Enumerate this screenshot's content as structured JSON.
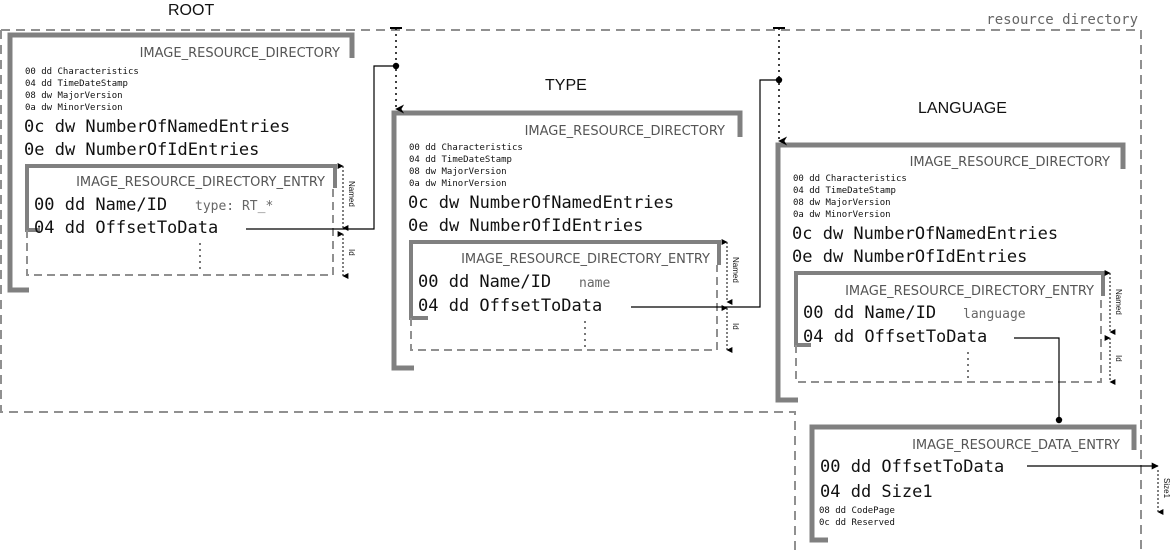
{
  "colors": {
    "thick_border": "#808080",
    "dashed_border": "#909090",
    "line": "#000000",
    "text": "#111111",
    "muted": "#666666"
  },
  "labels": {
    "root": "ROOT",
    "type": "TYPE",
    "language": "LANGUAGE",
    "resource_directory": "resource directory"
  },
  "directory": {
    "title": "IMAGE_RESOURCE_DIRECTORY",
    "f1": "00 dd Characteristics",
    "f2": "04 dd TimeDateStamp",
    "f3": "08 dw MajorVersion",
    "f4": "0a dw MinorVersion",
    "f5": "0c dw NumberOfNamedEntries",
    "f6": "0e dw NumberOfIdEntries"
  },
  "entry": {
    "title": "IMAGE_RESOURCE_DIRECTORY_ENTRY",
    "name_field": "00 dd Name/ID",
    "offset_field": "04 dd OffsetToData",
    "named_label": "Named",
    "id_label": "Id"
  },
  "entry_hints": {
    "root": "type: RT_*",
    "type": "name",
    "language": "language"
  },
  "data_entry": {
    "title": "IMAGE_RESOURCE_DATA_ENTRY",
    "f1": "00 dd OffsetToData",
    "f2": "04 dd Size1",
    "f3": "08 dd CodePage",
    "f4": "0c dd Reserved",
    "size_label": "Size1"
  }
}
